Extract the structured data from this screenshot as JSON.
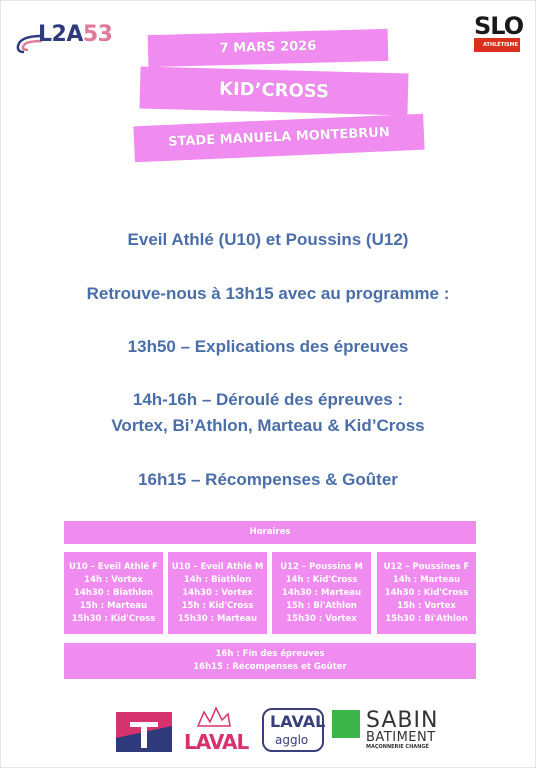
{
  "logos": {
    "l2a_text": "L2A",
    "l2a_num": "53",
    "slo_text": "SLO",
    "slo_band": "ATHLÉTISME",
    "laval": "LAVAL",
    "agglo_top": "LAVAL",
    "agglo_bottom": "agglo",
    "sabin_top": "SABIN",
    "sabin_mid": "BATIMENT",
    "sabin_bottom": "MAÇONNERIE CHANGÉ"
  },
  "banners": {
    "date": "7 MARS 2026",
    "event": "KID’CROSS",
    "venue": "STADE MANUELA MONTEBRUN"
  },
  "lines": [
    "Eveil Athlé (U10) et Poussins (U12)",
    "Retrouve-nous à 13h15 avec au programme :",
    "13h50 – Explications des épreuves",
    "14h-16h – Déroulé des épreuves :",
    "Vortex, Bi’Athlon, Marteau & Kid’Cross",
    "16h15 – Récompenses & Goûter"
  ],
  "schedule": {
    "header": "Horaires",
    "columns": [
      {
        "title": "U10 – Eveil Athlé F",
        "rows": [
          "14h : Vortex",
          "14h30 : Biathlon",
          "15h : Marteau",
          "15h30 : Kid'Cross"
        ]
      },
      {
        "title": "U10 – Eveil Athlé M",
        "rows": [
          "14h : Biathlon",
          "14h30 : Vortex",
          "15h : Kid'Cross",
          "15h30 : Marteau"
        ]
      },
      {
        "title": "U12 – Poussins M",
        "rows": [
          "14h : Kid'Cross",
          "14h30 : Marteau",
          "15h : Bi'Athlon",
          "15h30 : Vortex"
        ]
      },
      {
        "title": "U12 – Poussines F",
        "rows": [
          "14h : Marteau",
          "14h30 : Kid'Cross",
          "15h : Vortex",
          "15h30 : Bi'Athlon"
        ]
      }
    ],
    "footer": [
      "16h : Fin des épreuves",
      "16h15 : Récompenses et Goûter"
    ]
  },
  "colors": {
    "pink": "#f08cf0",
    "text_blue": "#4a6ea8"
  }
}
